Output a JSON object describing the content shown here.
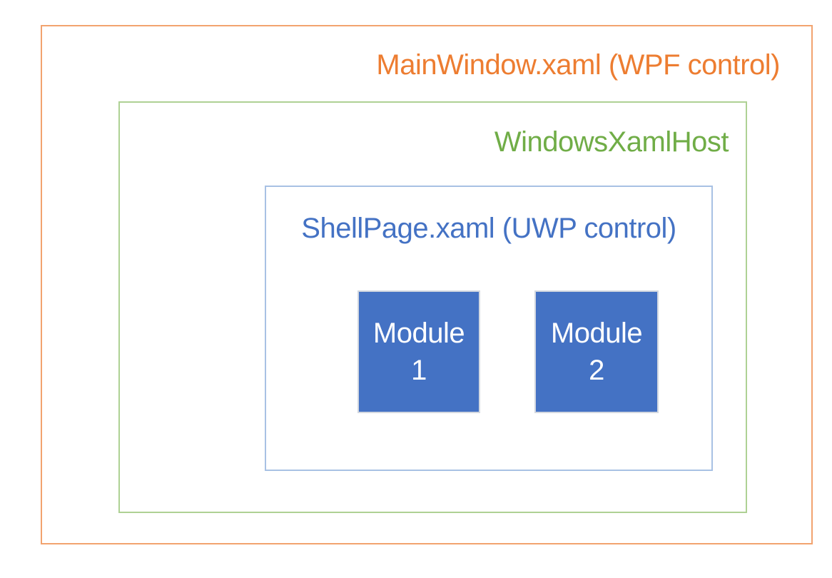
{
  "diagram": {
    "main_window": {
      "label": "MainWindow.xaml (WPF control)",
      "text_color": "#ed7d31",
      "border_color": "#f2a36f"
    },
    "xaml_host": {
      "label": "WindowsXamlHost",
      "text_color": "#70ad47",
      "border_color": "#aed194"
    },
    "shell_page": {
      "label": "ShellPage.xaml (UWP control)",
      "text_color": "#4472c4",
      "border_color": "#a8c1e4"
    },
    "modules": [
      {
        "lines": [
          "Module",
          "1"
        ]
      },
      {
        "lines": [
          "Module",
          "2"
        ]
      }
    ],
    "module_style": {
      "fill_color": "#4472c4",
      "text_color": "#ffffff",
      "border_color": "#d3d8e0"
    },
    "background_color": "#ffffff"
  }
}
